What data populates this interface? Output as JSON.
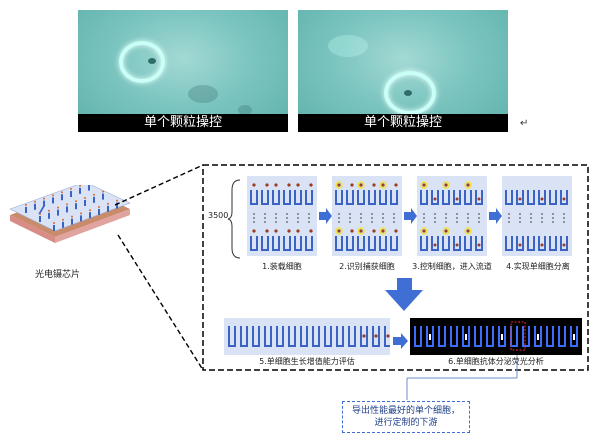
{
  "photos": {
    "caption": "单个颗粒操控",
    "corner_mark": "↵"
  },
  "chip": {
    "label": "光电镊芯片"
  },
  "diagram": {
    "row_count": "3500",
    "steps": [
      "1.装载细胞",
      "2.识别捕获细胞",
      "3.控制细胞，进入流道",
      "4.实现单细胞分离",
      "5.单细胞生长增值能力评估",
      "6.单细胞抗体分泌荧光分析"
    ],
    "colors": {
      "panel": "#d9e3f5",
      "channel": "#3b63c4",
      "arrow": "#3f6fd4",
      "cell": "#9b3b1f",
      "highlight": "#f1e23a"
    }
  },
  "callout": {
    "line1": "导出性能最好的单个细胞，",
    "line2": "进行定制的下游"
  }
}
